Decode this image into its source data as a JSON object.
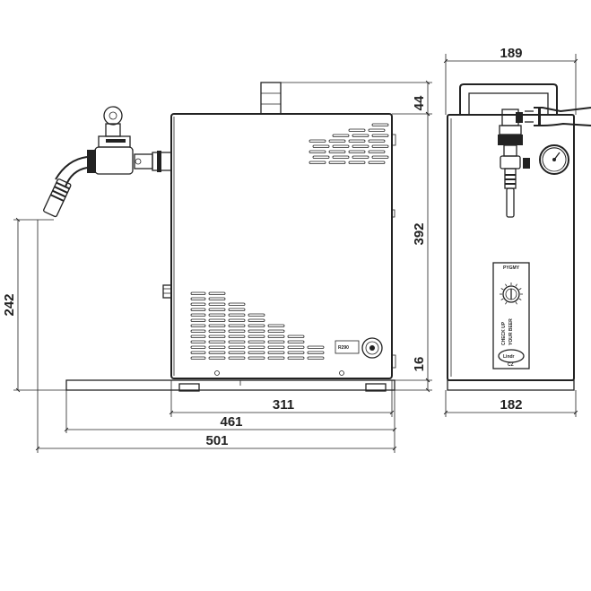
{
  "dimensions": {
    "handle_height": "44",
    "body_height": "392",
    "foot_height": "16",
    "tap_height": "242",
    "body_depth": "311",
    "base_depth": "461",
    "overall_depth": "501",
    "top_width": "189",
    "front_width": "182"
  },
  "labels": {
    "panel_title": "PYGMY",
    "panel_text_a": "CHECK UP",
    "panel_text_b": "YOUR BEER",
    "logo": "Lindr",
    "logo_sub": "CZ",
    "badge": "R290"
  }
}
